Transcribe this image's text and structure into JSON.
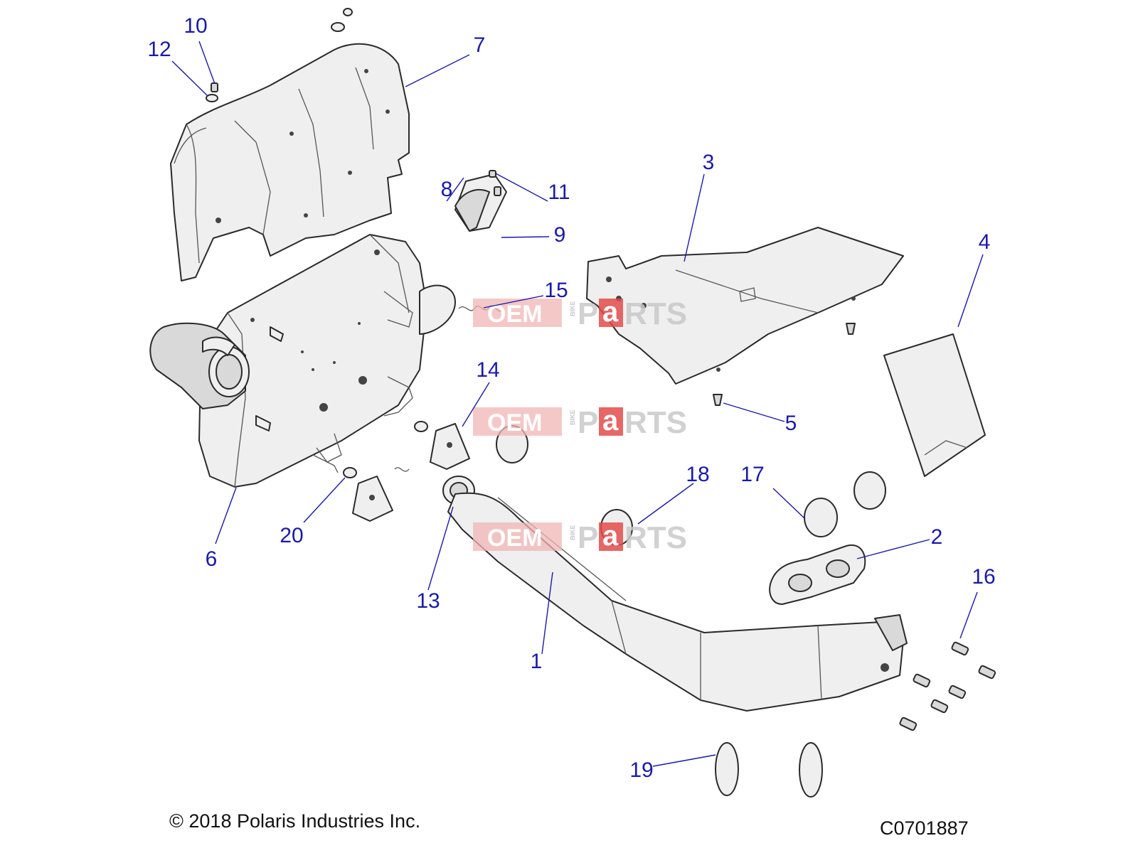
{
  "callouts": [
    {
      "id": "1",
      "label": "1"
    },
    {
      "id": "2",
      "label": "2"
    },
    {
      "id": "3",
      "label": "3"
    },
    {
      "id": "4",
      "label": "4"
    },
    {
      "id": "5",
      "label": "5"
    },
    {
      "id": "6",
      "label": "6"
    },
    {
      "id": "7",
      "label": "7"
    },
    {
      "id": "8",
      "label": "8"
    },
    {
      "id": "9",
      "label": "9"
    },
    {
      "id": "10",
      "label": "10"
    },
    {
      "id": "11",
      "label": "11"
    },
    {
      "id": "12",
      "label": "12"
    },
    {
      "id": "13",
      "label": "13"
    },
    {
      "id": "14",
      "label": "14"
    },
    {
      "id": "15",
      "label": "15"
    },
    {
      "id": "16",
      "label": "16"
    },
    {
      "id": "17",
      "label": "17"
    },
    {
      "id": "18",
      "label": "18"
    },
    {
      "id": "19",
      "label": "19"
    },
    {
      "id": "20",
      "label": "20"
    }
  ],
  "watermark": {
    "oem": "OEM",
    "bike": "BIKE",
    "p": "P",
    "a": "a",
    "rts": "RTS"
  },
  "footer": {
    "copyright": "© 2018 Polaris Industries Inc.",
    "ref_code": "C0701887"
  },
  "colors": {
    "callout": "#1a1aa8",
    "watermark_red": "#e34b4b"
  }
}
